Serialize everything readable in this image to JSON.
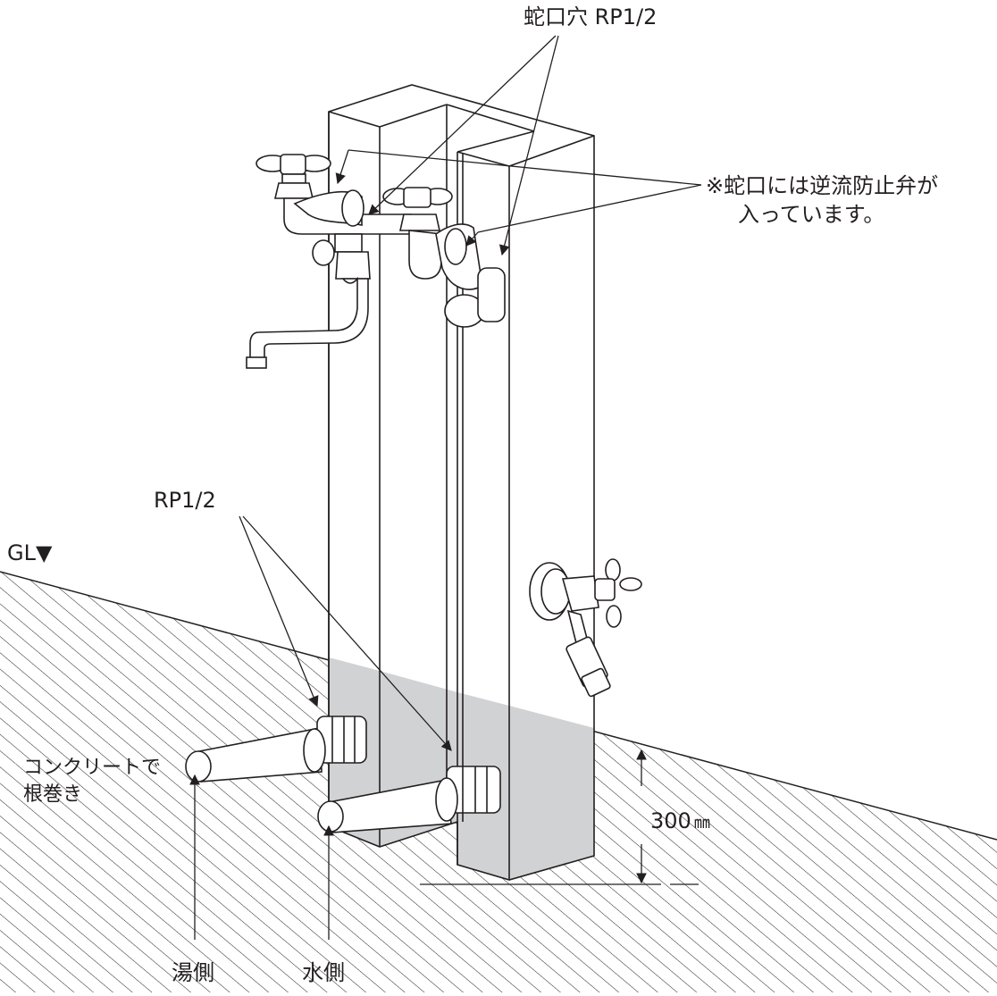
{
  "labels": {
    "faucet_hole": "蛇口穴 RP1/2",
    "note_line1": "※蛇口には逆流防止弁が",
    "note_line2": "入っています。",
    "rp_lower": "RP1/2",
    "gl": "GL▼",
    "concrete_line1": "コンクリートで",
    "concrete_line2": "根巻き",
    "depth": "300",
    "depth_unit": "㎜",
    "hot_side": "湯側",
    "cold_side": "水側"
  },
  "colors": {
    "line": "#231f20",
    "buried_fill": "#d1d2d4",
    "hatch": "#231f20",
    "background": "#ffffff"
  }
}
